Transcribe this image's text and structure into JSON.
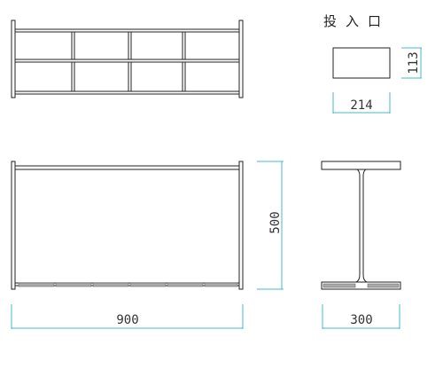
{
  "title": "投入口",
  "dimensions": {
    "width": "900",
    "height": "500",
    "depth": "300",
    "opening_width": "214",
    "opening_height": "113"
  },
  "colors": {
    "line": "#222222",
    "dimension_line": "#45b8cc",
    "tray": "#aaaaaa"
  }
}
